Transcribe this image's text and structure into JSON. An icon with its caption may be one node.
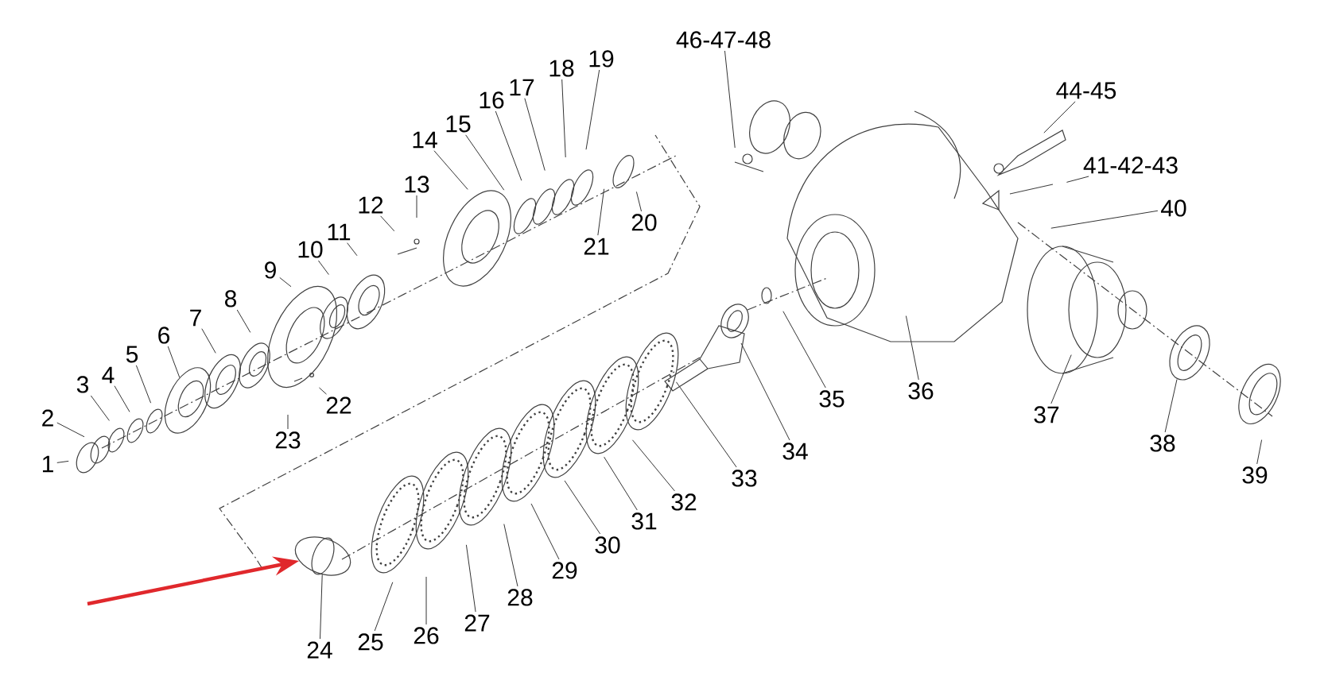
{
  "diagram": {
    "nodes": [
      {
        "text": [
          "1"
        ]
      },
      {
        "text": [
          "2"
        ]
      },
      {
        "text": [
          "3"
        ]
      },
      {
        "text": [
          "4"
        ]
      },
      {
        "text": [
          "5"
        ]
      },
      {
        "text": [
          "6"
        ]
      },
      {
        "text": [
          "7"
        ]
      },
      {
        "text": [
          "8"
        ]
      },
      {
        "text": [
          "9"
        ]
      },
      {
        "text": [
          "10"
        ]
      },
      {
        "text": [
          "11"
        ]
      },
      {
        "text": [
          "12"
        ]
      },
      {
        "text": [
          "13"
        ]
      },
      {
        "text": [
          "14"
        ]
      },
      {
        "text": [
          "15"
        ]
      },
      {
        "text": [
          "16"
        ]
      },
      {
        "text": [
          "17"
        ]
      },
      {
        "text": [
          "18"
        ]
      },
      {
        "text": [
          "19"
        ]
      },
      {
        "text": [
          "20"
        ]
      },
      {
        "text": [
          "21"
        ]
      },
      {
        "text": [
          "22"
        ]
      },
      {
        "text": [
          "23"
        ]
      },
      {
        "text": [
          "24"
        ]
      },
      {
        "text": [
          "25"
        ]
      },
      {
        "text": [
          "26"
        ]
      },
      {
        "text": [
          "27"
        ]
      },
      {
        "text": [
          "28"
        ]
      },
      {
        "text": [
          "29"
        ]
      },
      {
        "text": [
          "30"
        ]
      },
      {
        "text": [
          "31"
        ]
      },
      {
        "text": [
          "32"
        ]
      },
      {
        "text": [
          "33"
        ]
      },
      {
        "text": [
          "34"
        ]
      },
      {
        "text": [
          "35"
        ]
      },
      {
        "text": [
          "36"
        ]
      },
      {
        "text": [
          "37"
        ]
      },
      {
        "text": [
          "38"
        ]
      },
      {
        "text": [
          "39"
        ]
      },
      {
        "text": [
          "40"
        ]
      },
      {
        "text": [
          "41-42-43"
        ]
      },
      {
        "text": [
          "44-45"
        ]
      },
      {
        "text": [
          "46-47-48"
        ]
      },
      {
        "text": [],
        "shape": "picture"
      }
    ],
    "edges": [
      {
        "from": 0,
        "to": null,
        "arrow": "none"
      },
      {
        "from": 1,
        "to": null,
        "arrow": "none"
      },
      {
        "from": 2,
        "to": null,
        "arrow": "none"
      },
      {
        "from": 3,
        "to": null,
        "arrow": "none"
      },
      {
        "from": 4,
        "to": null,
        "arrow": "none"
      },
      {
        "from": 5,
        "to": null,
        "arrow": "none"
      },
      {
        "from": 6,
        "to": null,
        "arrow": "none"
      },
      {
        "from": 7,
        "to": null,
        "arrow": "none"
      },
      {
        "from": 8,
        "to": null,
        "arrow": "none"
      },
      {
        "from": 9,
        "to": null,
        "arrow": "none"
      },
      {
        "from": 10,
        "to": null,
        "arrow": "none"
      },
      {
        "from": 11,
        "to": null,
        "arrow": "none"
      },
      {
        "from": 12,
        "to": null,
        "arrow": "none"
      },
      {
        "from": 13,
        "to": null,
        "arrow": "none"
      },
      {
        "from": 14,
        "to": null,
        "arrow": "none"
      },
      {
        "from": 15,
        "to": null,
        "arrow": "none"
      },
      {
        "from": 16,
        "to": null,
        "arrow": "none"
      },
      {
        "from": 17,
        "to": null,
        "arrow": "none"
      },
      {
        "from": 18,
        "to": null,
        "arrow": "none"
      },
      {
        "from": 19,
        "to": null,
        "arrow": "none"
      },
      {
        "from": 20,
        "to": null,
        "arrow": "none"
      },
      {
        "from": 21,
        "to": null,
        "arrow": "none"
      },
      {
        "from": 22,
        "to": null,
        "arrow": "none"
      },
      {
        "from": 23,
        "to": 43,
        "arrow": "none"
      },
      {
        "from": 24,
        "to": null,
        "arrow": "none"
      },
      {
        "from": 25,
        "to": null,
        "arrow": "none"
      },
      {
        "from": 26,
        "to": null,
        "arrow": "none"
      },
      {
        "from": 27,
        "to": null,
        "arrow": "none"
      },
      {
        "from": 28,
        "to": null,
        "arrow": "none"
      },
      {
        "from": 29,
        "to": null,
        "arrow": "none"
      },
      {
        "from": 30,
        "to": null,
        "arrow": "none"
      },
      {
        "from": 31,
        "to": null,
        "arrow": "none"
      },
      {
        "from": 32,
        "to": null,
        "arrow": "none"
      },
      {
        "from": 33,
        "to": null,
        "arrow": "none"
      },
      {
        "from": 34,
        "to": null,
        "arrow": "none"
      },
      {
        "from": 35,
        "to": null,
        "arrow": "none"
      },
      {
        "from": 36,
        "to": null,
        "arrow": "none"
      },
      {
        "from": 37,
        "to": null,
        "arrow": "none"
      },
      {
        "from": 38,
        "to": null,
        "arrow": "none"
      },
      {
        "from": 39,
        "to": null,
        "arrow": "none"
      },
      {
        "from": 40,
        "to": null,
        "arrow": "none"
      },
      {
        "from": 41,
        "to": null,
        "arrow": "none"
      },
      {
        "from": 42,
        "to": null,
        "arrow": "none"
      },
      {
        "from": null,
        "to": 43,
        "arrow": "to",
        "style": "thick",
        "color": "#e0282c"
      }
    ]
  }
}
